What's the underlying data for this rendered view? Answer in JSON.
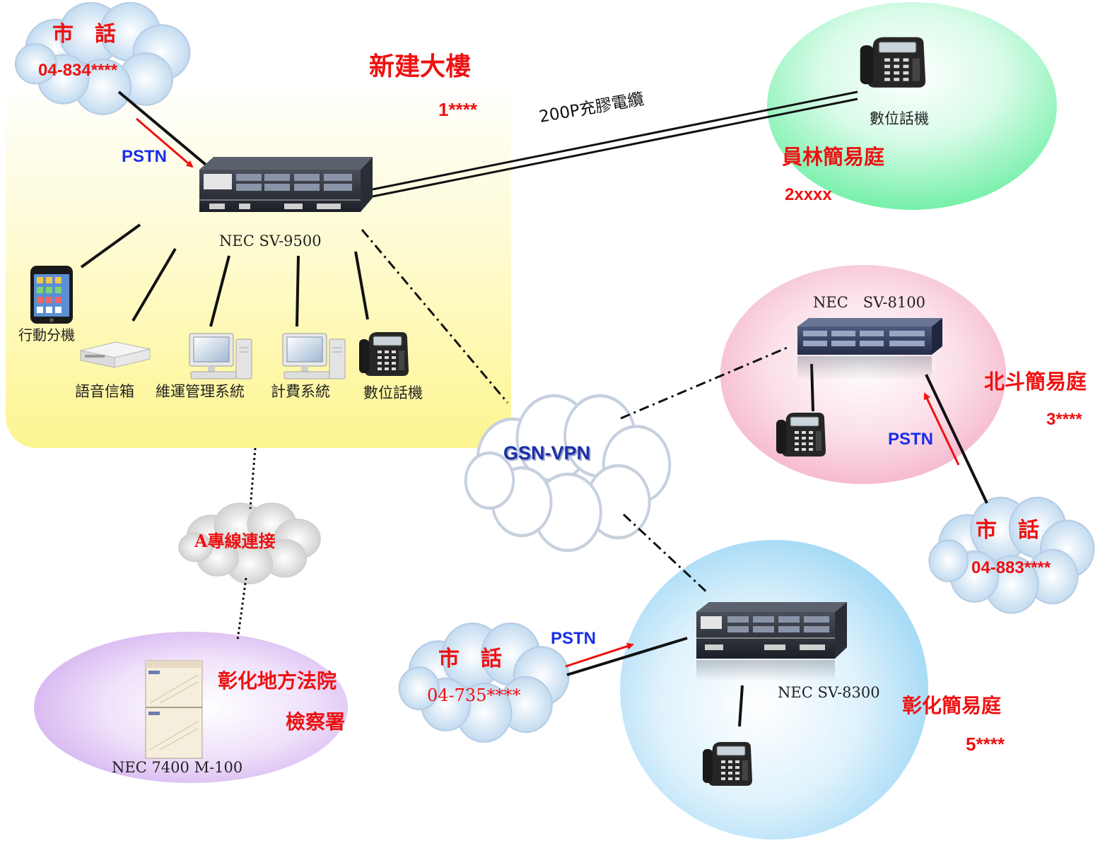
{
  "building": {
    "title": "新建大樓",
    "number": "1****"
  },
  "pstn_main": {
    "cloud_label": "市　話",
    "number": "04-834****",
    "link_label": "PSTN"
  },
  "sv9500": {
    "name": "NEC SV-9500"
  },
  "devices": {
    "mobile": "行動分機",
    "voicemail": "語音信箱",
    "maintenance": "維運管理系統",
    "billing": "計費系統",
    "digital_phone": "數位話機"
  },
  "cable": {
    "label": "200P充膠電纜"
  },
  "yuanlin": {
    "phone_label": "數位話機",
    "site": "員林簡易庭",
    "number": "2xxxx"
  },
  "vpn": {
    "label": "GSN-VPN"
  },
  "beidou": {
    "system": "NEC　SV-8100",
    "site": "北斗簡易庭",
    "number": "3****",
    "link_label": "PSTN"
  },
  "pstn_beidou": {
    "cloud_label": "市　話",
    "number": "04-883****"
  },
  "dedicated": {
    "label": "A專線連接"
  },
  "court": {
    "system": "NEC 7400 M-100",
    "site_line1": "彰化地方法院",
    "site_line2": "檢察署"
  },
  "changhua": {
    "system": "NEC SV-8300",
    "site": "彰化簡易庭",
    "number": "5****",
    "link_label": "PSTN"
  },
  "pstn_changhua": {
    "cloud_label": "市　話",
    "number": "04-735****"
  },
  "colors": {
    "building_bg": "#fdf7a0",
    "yuanlin_bg": "#7ff0b0",
    "beidou_bg": "#f6b8cc",
    "changhua_bg": "#a9dcf6",
    "court_bg": "#d8b8ef",
    "label_red": "#ee1111",
    "label_blue": "#1a2ee8"
  }
}
